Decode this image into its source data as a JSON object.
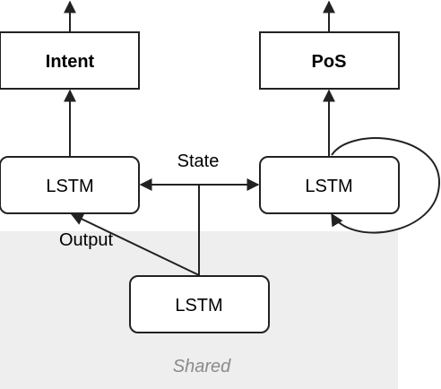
{
  "nodes": {
    "intent": {
      "label": "Intent"
    },
    "pos": {
      "label": "PoS"
    },
    "lstm_left": {
      "label": "LSTM"
    },
    "lstm_right": {
      "label": "LSTM"
    },
    "lstm_shared": {
      "label": "LSTM"
    }
  },
  "edge_labels": {
    "state": "State",
    "output": "Output"
  },
  "region": {
    "shared_label": "Shared"
  },
  "colors": {
    "stroke": "#222222",
    "shared_background": "#eeeeee",
    "shared_text": "#8a8a8a"
  }
}
